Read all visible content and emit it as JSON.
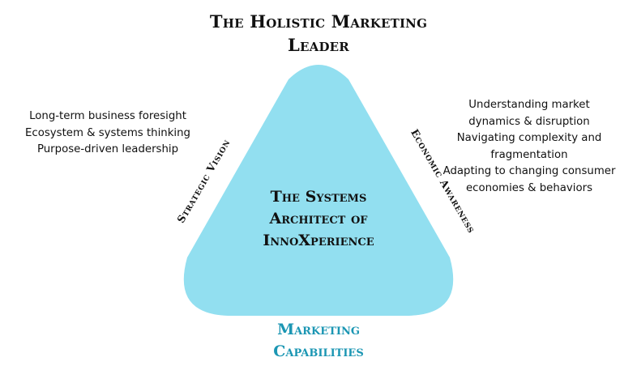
{
  "title": {
    "lines": [
      "The Holistic Marketing",
      "Leader"
    ]
  },
  "center": {
    "lines": [
      "The Systems",
      "Architect of",
      "InnoXperience"
    ]
  },
  "sides": {
    "left_label": "Strategic Vision",
    "right_label": "Economic Awareness",
    "bottom_lines": [
      "Marketing",
      "Capabilities"
    ]
  },
  "left_list": [
    "Long-term business foresight",
    "Ecosystem & systems thinking",
    "Purpose-driven leadership"
  ],
  "right_list": [
    "Understanding market",
    "dynamics & disruption",
    "Navigating complexity and",
    "fragmentation",
    "Adapting to changing consumer",
    "economies & behaviors"
  ],
  "colors": {
    "triangle_fill": "#92dff0",
    "bottom_label": "#1b96b3",
    "text": "#111111"
  }
}
